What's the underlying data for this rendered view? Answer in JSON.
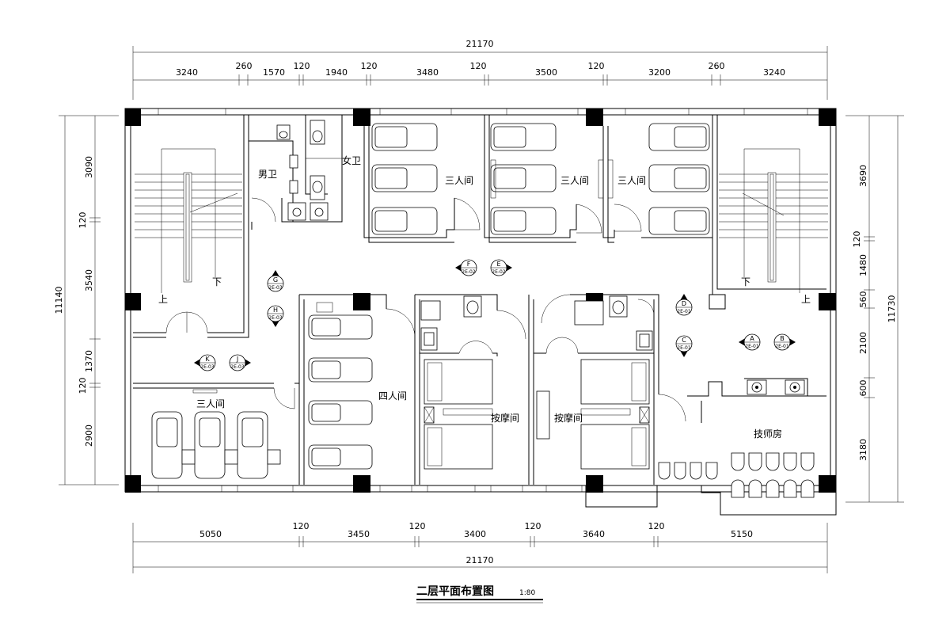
{
  "drawing": {
    "title": "二层平面布置图",
    "scale": "1:80"
  },
  "dimensions": {
    "top_total": "21170",
    "top_segments": [
      "3240",
      "260",
      "1570",
      "120",
      "1940",
      "120",
      "3480",
      "120",
      "3500",
      "120",
      "3200",
      "260",
      "3240"
    ],
    "bottom_segments": [
      "5050",
      "120",
      "3450",
      "120",
      "3400",
      "120",
      "3640",
      "120",
      "5150"
    ],
    "bottom_total": "21170",
    "left_total": "11140",
    "left_segments": [
      "3090",
      "120",
      "3540",
      "1370",
      "120",
      "2900"
    ],
    "right_total": "11730",
    "right_segments": [
      "3690",
      "120",
      "1480",
      "560",
      "2100",
      "600",
      "3180"
    ]
  },
  "rooms": {
    "male_wc": "男卫",
    "female_wc": "女卫",
    "three_person_1": "三人间",
    "three_person_2": "三人间",
    "three_person_3": "三人间",
    "three_person_4": "三人间",
    "four_person": "四人间",
    "massage_1": "按摩间",
    "massage_2": "按摩间",
    "technician": "技师房"
  },
  "stairs": {
    "left_up": "上",
    "left_down": "下",
    "right_up": "上",
    "right_down": "下"
  },
  "elevation_markers": [
    {
      "letter": "F",
      "ref": "2E-02"
    },
    {
      "letter": "E",
      "ref": "2E-02"
    },
    {
      "letter": "G",
      "ref": "2E-03"
    },
    {
      "letter": "H",
      "ref": "2E-03"
    },
    {
      "letter": "K",
      "ref": "2E-03"
    },
    {
      "letter": "J",
      "ref": "2E-03"
    },
    {
      "letter": "D",
      "ref": "2E-01"
    },
    {
      "letter": "C",
      "ref": "2E-01"
    },
    {
      "letter": "A",
      "ref": "2E-01"
    },
    {
      "letter": "B",
      "ref": "2E-01"
    }
  ]
}
